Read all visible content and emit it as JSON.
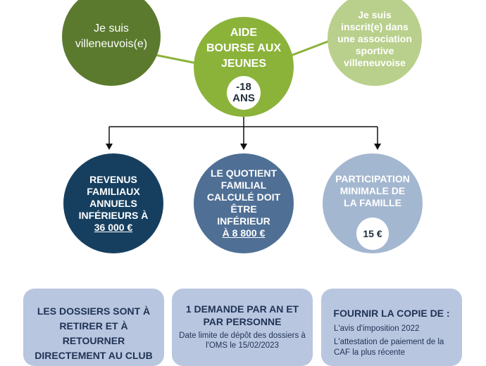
{
  "circles": {
    "resident": {
      "label": "Je suis villeneuvois(e)"
    },
    "member": {
      "label": "Je suis inscrit(e) dans une association sportive villeneuvoise"
    },
    "center": {
      "title_line1": "AIDE",
      "title_line2": "BOURSE AUX",
      "title_line3": "JEUNES",
      "age_line1": "-18",
      "age_line2": "ANS"
    },
    "income": {
      "line1": "REVENUS FAMILIAUX ANNUELS INFÉRIEURS À",
      "amount": "36 000 €"
    },
    "quotient": {
      "line1": "LE QUOTIENT FAMILIAL CALCULÉ DOIT ÊTRE INFÉRIEUR",
      "amount": "À 8 800 €"
    },
    "participation": {
      "line1": "PARTICIPATION MINIMALE DE LA FAMILLE",
      "amount": "15 €"
    }
  },
  "cards": {
    "club": {
      "text": "LES DOSSIERS SONT À RETIRER ET À RETOURNER DIRECTEMENT AU CLUB"
    },
    "request": {
      "title": "1 DEMANDE PAR AN ET PAR PERSONNE",
      "sub": "Date limite de dépôt des dossiers à l'OMS le 15/02/2023"
    },
    "copy": {
      "title": "FOURNIR LA COPIE DE :",
      "items": [
        "L'avis d'imposition 2022",
        "L'attestation de paiement de la CAF la plus récente"
      ]
    }
  },
  "colors": {
    "dark_green": "#5b7a2e",
    "light_green": "#b9d08c",
    "mid_green": "#8bb33a",
    "navy": "#163f5f",
    "steel_blue": "#4f6f95",
    "light_blue": "#a4b7d0",
    "card_bg": "#b9c6e0"
  }
}
